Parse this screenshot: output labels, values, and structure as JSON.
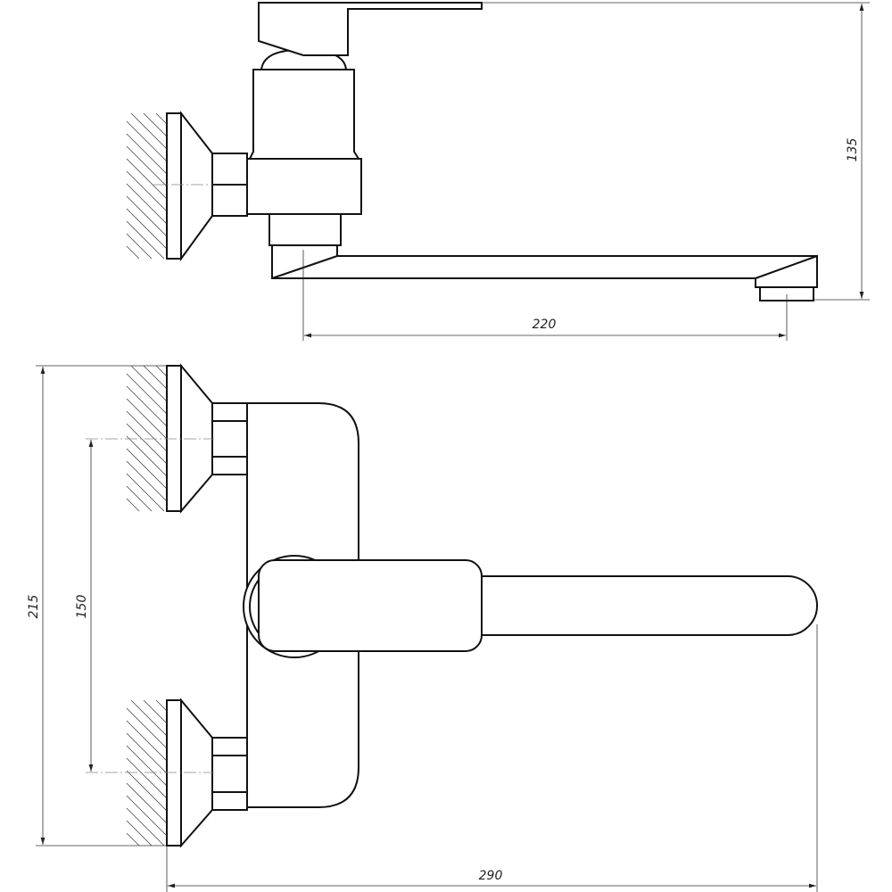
{
  "drawing": {
    "title": "Wall-mounted single-lever mixer tap, side and front views",
    "colors": {
      "line": "#111111",
      "background": "#ffffff"
    },
    "dimensions": {
      "height": "135",
      "spout_reach": "220",
      "overall_height": "215",
      "inlet_spacing": "150",
      "overall_length": "290"
    }
  }
}
